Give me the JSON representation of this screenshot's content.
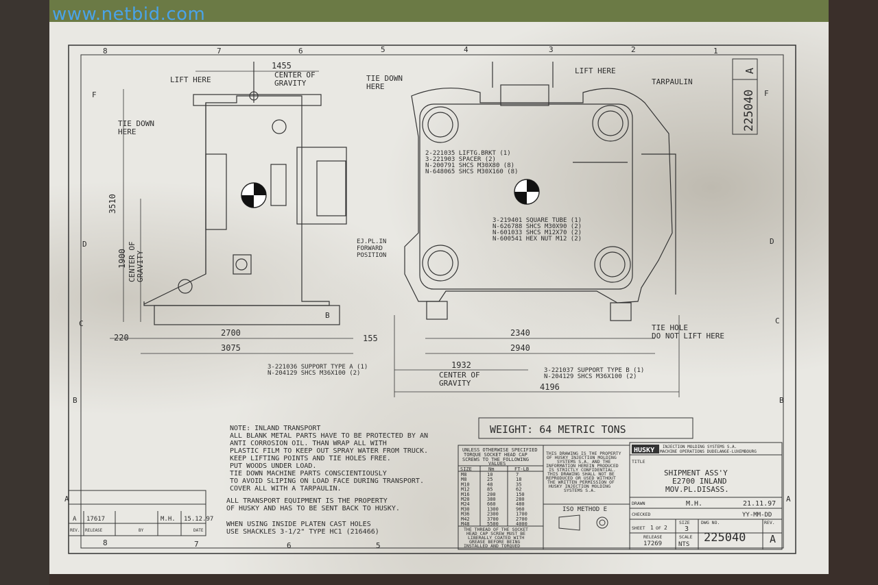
{
  "watermark": "www.netbid.com",
  "zones_top": [
    "8",
    "7",
    "6",
    "5",
    "4",
    "3",
    "2",
    "1"
  ],
  "zones_bottom": [
    "8",
    "7",
    "6",
    "5"
  ],
  "rows_left": [
    "F",
    "D",
    "C",
    "B",
    "A"
  ],
  "rows_right": [
    "F",
    "D",
    "C",
    "B",
    "A"
  ],
  "callouts": {
    "lift_here_left": "LIFT HERE",
    "center_of_gravity_top": "CENTER OF",
    "center_of_gravity_top2": "GRAVITY",
    "tie_down_here_top": "TIE DOWN",
    "tie_down_here_top2": "HERE",
    "tie_down_here_left": "TIE DOWN",
    "tie_down_here_left2": "HERE",
    "lift_here_right": "LIFT HERE",
    "tarpaulin": "TARPAULIN",
    "ej_pl_1": "EJ.PL.IN",
    "ej_pl_2": "FORWARD",
    "ej_pl_3": "POSITION",
    "cog_side_1": "CENTER OF",
    "cog_side_2": "GRAVITY",
    "cog_bottom_1": "CENTER OF",
    "cog_bottom_2": "GRAVITY",
    "tie_hole_1": "TIE HOLE",
    "tie_hole_2": "DO NOT LIFT HERE",
    "b_marker": "B"
  },
  "dimensions": {
    "d1455": "1455",
    "d3510": "3510",
    "d1900": "1900",
    "d220": "220",
    "d2700": "2700",
    "d155": "155",
    "d3075": "3075",
    "d2340": "2340",
    "d2940": "2940",
    "d1932": "1932",
    "d4196": "4196"
  },
  "parts_top": [
    "2-221035 LIFTG.BRKT (1)",
    "3-221903 SPACER     (2)",
    "N-200791 SHCS M30X80 (8)",
    "N-648065 SHCS M30X160 (8)"
  ],
  "parts_mid": [
    "3-219401 SQUARE TUBE (1)",
    "N-626788 SHCS M30X90 (2)",
    "N-601033 SHCS M12X70 (2)",
    "N-600541 HEX NUT M12 (2)"
  ],
  "support_a": [
    "3-221036 SUPPORT TYPE A (1)",
    "N-204129 SHCS M36X100 (2)"
  ],
  "support_b": [
    "3-221037 SUPPORT TYPE B (1)",
    "N-204129 SHCS M36X100 (2)"
  ],
  "weight": "WEIGHT: 64 METRIC TONS",
  "notes": [
    "NOTE: INLAND TRANSPORT",
    "ALL BLANK METAL PARTS HAVE TO BE PROTECTED BY AN",
    "ANTI CORROSION OIL. THAN WRAP ALL WITH",
    "PLASTIC FILM TO KEEP OUT SPRAY WATER FROM TRUCK.",
    "KEEP LIFTING POINTS AND TIE HOLES FREE.",
    "PUT WOODS UNDER LOAD.",
    "TIE DOWN MACHINE PARTS CONSCIENTIOUSLY",
    "TO AVOID SLIPING ON LOAD FACE DURING TRANSPORT.",
    "COVER ALL WITH A TARPAULIN.",
    "",
    "ALL TRANSPORT EQUIPMENT IS THE PROPERTY",
    "OF HUSKY AND HAS TO BE SENT BACK TO HUSKY.",
    "",
    "WHEN USING INSIDE PLATEN CAST HOLES",
    "USE SHACKLES 3-1/2\" TYPE HC1 (216466)"
  ],
  "torque": {
    "title": [
      "UNLESS OTHERWISE SPECIFIED",
      "TORQUE SOCKET HEAD CAP",
      "SCREWS TO THE FOLLOWING",
      "VALUES"
    ],
    "headers": [
      "SIZE",
      "Nm",
      "FT-LB"
    ],
    "rows": [
      [
        "M8",
        "10",
        "7"
      ],
      [
        "M8",
        "25",
        "18"
      ],
      [
        "M10",
        "48",
        "35"
      ],
      [
        "M12",
        "85",
        "62"
      ],
      [
        "M16",
        "200",
        "150"
      ],
      [
        "M20",
        "380",
        "280"
      ],
      [
        "M24",
        "660",
        "480"
      ],
      [
        "M30",
        "1300",
        "960"
      ],
      [
        "M36",
        "2300",
        "1700"
      ],
      [
        "M42",
        "3700",
        "2700"
      ],
      [
        "M48",
        "5500",
        "4000"
      ]
    ],
    "footer": [
      "THE THREAD OF THE SOCKET",
      "HEAD CAP SCREW MUST BE",
      "LIBERALLY COATED WITH",
      "GREASE BEFORE BEING",
      "INSTALLED AND TORQUED"
    ]
  },
  "confidential": [
    "THIS DRAWING IS THE PROPERTY",
    "OF HUSKY INJECTION MOLDING",
    "SYSTEMS S.A. AND THE",
    "INFORMATION HEREIN PRODUCED",
    "IS STRICTLY CONFIDENTIAL.",
    "THIS DRAWING SHALL NOT BE",
    "REPRODUCED OR USED WITHOUT",
    "THE WRITTEN PERMISSION OF",
    "HUSKY INJECTION MOLDING",
    "SYSTEMS S.A."
  ],
  "iso_method": "ISO METHOD E",
  "title_block": {
    "logo": "HUSKY",
    "company_1": "INJECTION MOLDING SYSTEMS S.A.",
    "company_2": "MACHINE OPERATIONS DUDELANGE-LUXEMBOURG",
    "title_label": "TITLE",
    "title_1": "SHIPMENT ASS'Y",
    "title_2": "E2700 INLAND",
    "title_3": "MOV.PL.DISASS.",
    "drawn_label": "DRAWN",
    "drawn_by": "M.H.",
    "drawn_date": "21.11.97",
    "checked_label": "CHECKED",
    "date_format": "YY-MM-DD",
    "sheet_label": "SHEET",
    "sheet_value": "1",
    "of_label": "OF",
    "of_value": "2",
    "size_label": "SIZE",
    "size_value": "3",
    "dwg_label": "DWG NO.",
    "dwg_value": "225040",
    "rev_label": "REV.",
    "rev_value": "A",
    "release_label": "RELEASE",
    "release_value": "17269",
    "scale_label": "SCALE",
    "scale_value": "NTS",
    "side_dwg": "225040",
    "side_rev": "A"
  },
  "revision": {
    "rev": "A",
    "release": "17617",
    "by": "M.H.",
    "date": "15.12.97",
    "h_rev": "REV.",
    "h_release": "RELEASE",
    "h_by": "BY",
    "h_date": "DATE"
  }
}
